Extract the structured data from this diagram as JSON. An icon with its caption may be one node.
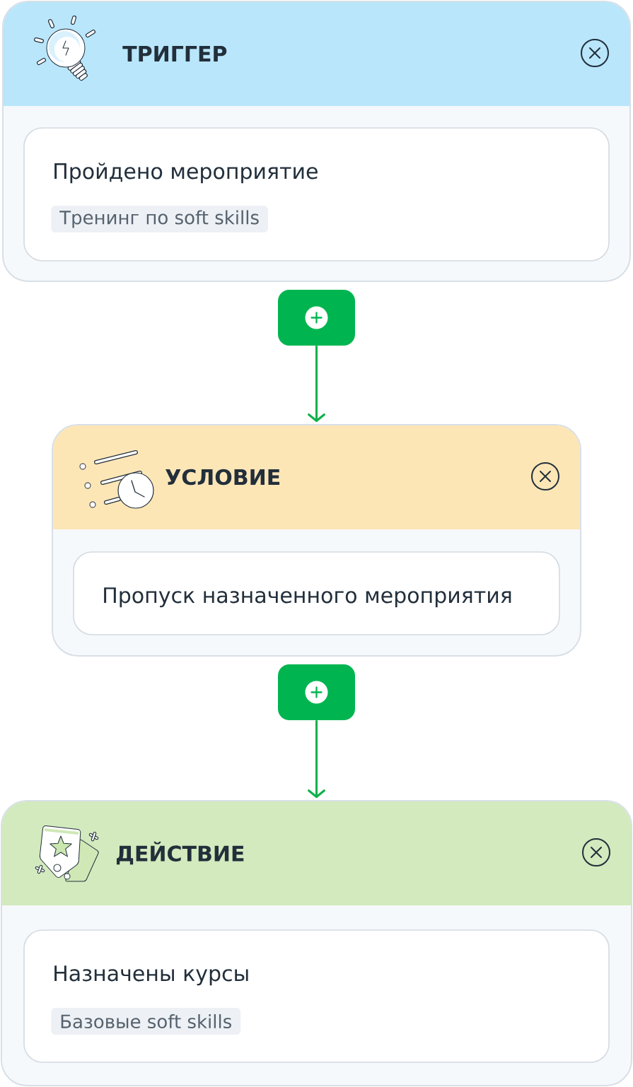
{
  "diagram": {
    "nodes": [
      {
        "text": [
          "ТРИГГЕР"
        ]
      },
      {
        "text": [
          "Пройдено мероприятие"
        ],
        "in": 0
      },
      {
        "text": [
          "Тренинг по soft skills"
        ],
        "in": 1
      },
      {
        "text": [],
        "shape": "box"
      },
      {
        "text": [
          "УСЛОВИЕ"
        ]
      },
      {
        "text": [
          "Пропуск назначенного мероприятия"
        ],
        "in": 4
      },
      {
        "text": [],
        "shape": "box"
      },
      {
        "text": [
          "ДЕЙСТВИЕ"
        ]
      },
      {
        "text": [
          "Назначены курсы"
        ],
        "in": 7
      },
      {
        "text": [
          "Базовые soft skills"
        ],
        "in": 8
      }
    ],
    "edges": [
      {
        "from": 3,
        "to": 4,
        "arrow": "to"
      },
      {
        "from": 6,
        "to": 7,
        "arrow": "to"
      }
    ]
  }
}
